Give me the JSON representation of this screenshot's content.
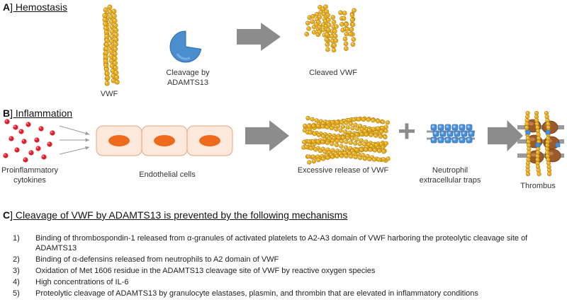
{
  "sections": {
    "a": {
      "letter": "A",
      "rest": "] Hemostasis"
    },
    "b": {
      "letter": "B",
      "rest": "] Inflammation"
    },
    "c": {
      "letter": "C",
      "rest": "] Cleavage of VWF by ADAMTS13 is prevented by the following mechanisms"
    }
  },
  "labels": {
    "vwf": "VWF",
    "cleavage_line1": "Cleavage by",
    "cleavage_line2": "ADAMTS13",
    "cleaved_vwf": "Cleaved VWF",
    "proinflammatory_line1": "Proinflammatory",
    "proinflammatory_line2": "cytokines",
    "endothelial": "Endothelial cells",
    "excessive": "Excessive release of VWF",
    "net_line1": "Neutrophil",
    "net_line2": "extracellular traps",
    "thrombus": "Thrombus",
    "plus": "+"
  },
  "mechanisms": [
    {
      "num": "1)",
      "text": "Binding of thrombospondin-1 released from α-granules of activated platelets to A2-A3 domain of VWF harboring the proteolytic cleavage site of ADAMTS13"
    },
    {
      "num": "2)",
      "text": "Binding of α-defensins released from neutrophils to A2 domain of VWF"
    },
    {
      "num": "3)",
      "text": "Oxidation of Met 1606 residue in the ADAMTS13 cleavage site of VWF by reactive oxygen species"
    },
    {
      "num": "4)",
      "text": "High concentrations of IL-6"
    },
    {
      "num": "5)",
      "text": "Proteolytic cleavage of ADAMTS13 by granulocyte elastases, plasmin, and thrombin that are elevated in inflammatory conditions"
    }
  ],
  "colors": {
    "vwf_bead": "#e8b021",
    "adamts13": "#4a8ed0",
    "arrow": "#8c8c8c",
    "cytokine": "#e0202e",
    "cell_fill": "#fde8dc",
    "cell_border": "#e9a47e",
    "nucleus": "#f06a1e",
    "net_bead": "#4a90d9",
    "platelet": "#9b5a2a",
    "fibre": "#9a9a9a"
  },
  "icons": [
    "vwf-multimer-icon",
    "adamts13-icon",
    "cytokine-icon",
    "endothelial-cell-icon",
    "net-icon",
    "thrombus-icon",
    "arrow-icon",
    "plus-icon"
  ]
}
